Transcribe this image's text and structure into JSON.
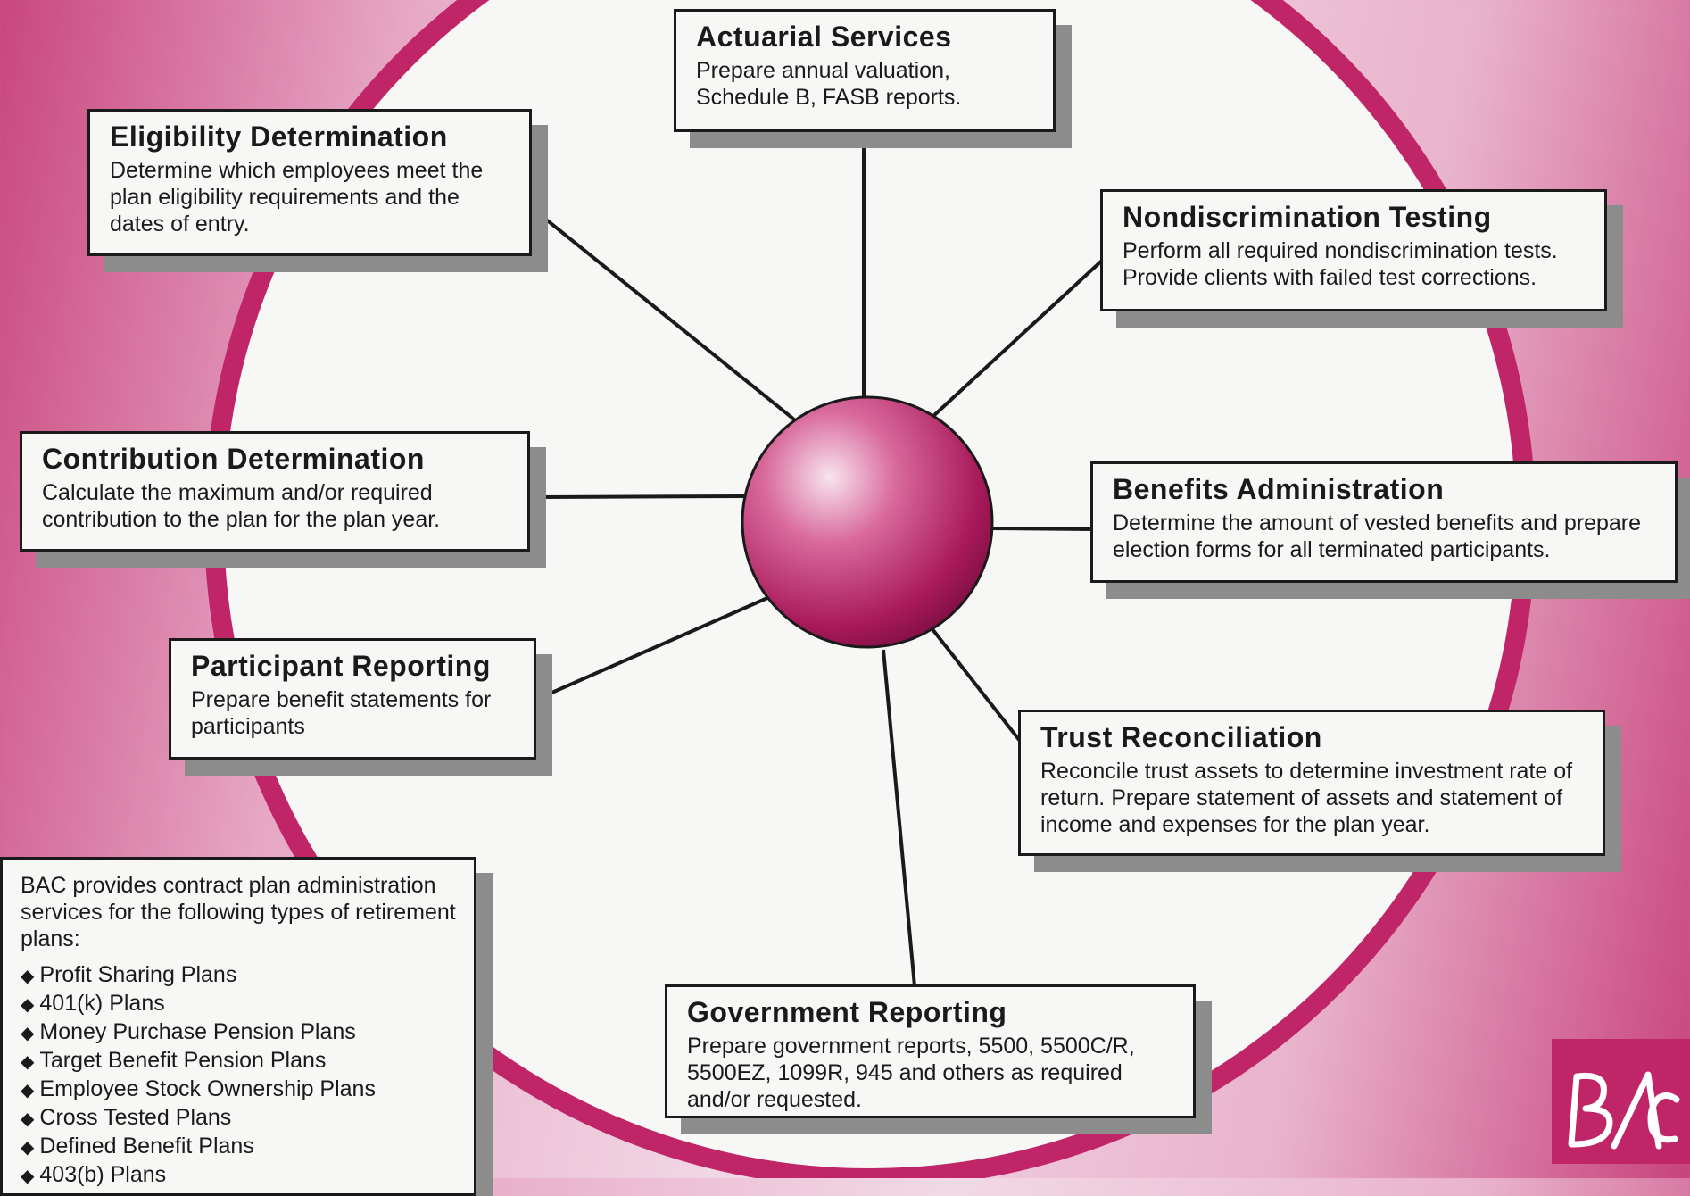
{
  "boxes": {
    "actuarial": {
      "title": "Actuarial Services",
      "desc": "Prepare annual valuation, Schedule B, FASB reports."
    },
    "eligibility": {
      "title": "Eligibility Determination",
      "desc": "Determine which employees meet the plan eligibility requirements and the dates of entry."
    },
    "nondiscrimination": {
      "title": "Nondiscrimination Testing",
      "desc": "Perform all required nondiscrimination tests. Provide clients with failed test corrections."
    },
    "contribution": {
      "title": "Contribution Determination",
      "desc": "Calculate the maximum and/or required contribution to the plan for the plan year."
    },
    "benefits": {
      "title": "Benefits Administration",
      "desc": "Determine the amount of vested benefits and prepare election forms for all terminated participants."
    },
    "participant": {
      "title": "Participant Reporting",
      "desc": "Prepare benefit statements for participants"
    },
    "trust": {
      "title": "Trust Reconciliation",
      "desc": "Reconcile trust assets to determine investment rate of return. Prepare statement of assets and statement of income and expenses for the plan year."
    },
    "government": {
      "title": "Government Reporting",
      "desc": "Prepare government reports, 5500, 5500C/R, 5500EZ, 1099R, 945 and others as required and/or requested."
    }
  },
  "info": {
    "intro": "BAC provides contract plan administration services for the following types of retirement plans:",
    "plans": [
      "Profit Sharing Plans",
      "401(k) Plans",
      "Money Purchase Pension Plans",
      "Target Benefit Pension Plans",
      "Employee Stock Ownership Plans",
      "Cross Tested Plans",
      "Defined Benefit Plans",
      "403(b) Plans"
    ]
  },
  "logo": {
    "text": "BAC"
  },
  "colors": {
    "magenta": "#c02568",
    "light_pink": "#f2d9e6",
    "panel": "#f7f7f5"
  }
}
